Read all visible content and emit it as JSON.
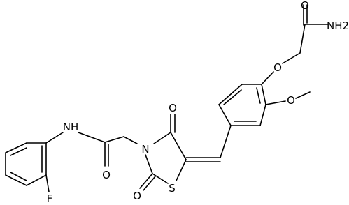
{
  "structure": {
    "atom_labels": {
      "amide_nh2": "NH2",
      "ether_oxygen": "O",
      "methoxy_oxygen": "O",
      "amide_carbonyl_oxygen": "O",
      "ring_carbonyl_oxygen_top": "O",
      "ring_nitrogen": "N",
      "amide_nh": "NH",
      "acetamide_carbonyl_oxygen": "O",
      "ring_carbonyl_oxygen_bottom": "O",
      "ring_sulfur": "S",
      "fluorine": "F"
    }
  }
}
